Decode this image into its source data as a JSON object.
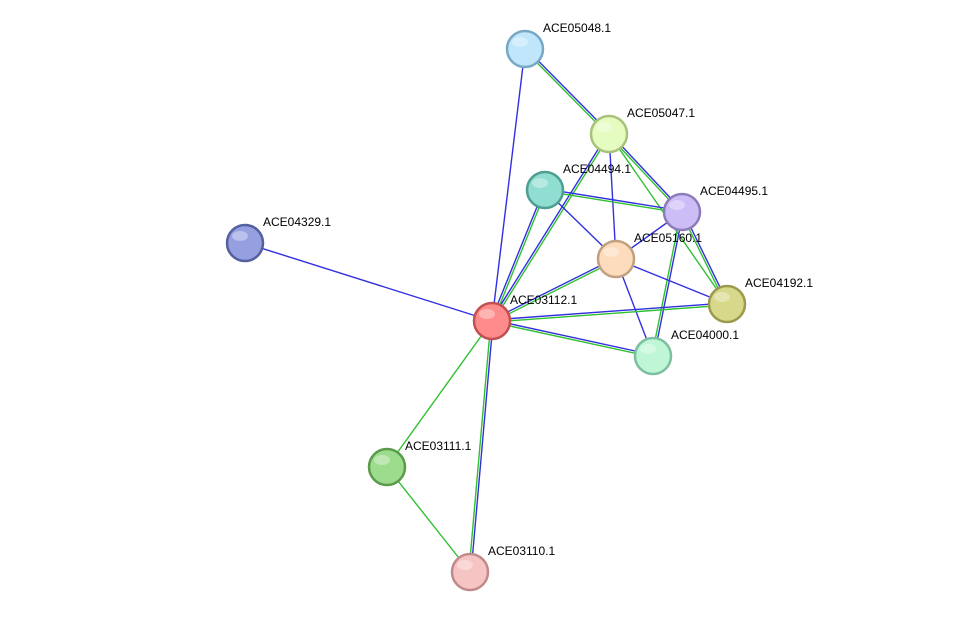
{
  "nodes": [
    {
      "id": "ACE05048.1",
      "label": "ACE05048.1",
      "fill": "#bfe6fa",
      "stroke": "#78a8c4"
    },
    {
      "id": "ACE05047.1",
      "label": "ACE05047.1",
      "fill": "#e4fcc0",
      "stroke": "#a8c27c"
    },
    {
      "id": "ACE04494.1",
      "label": "ACE04494.1",
      "fill": "#90ddd2",
      "stroke": "#4e9e92"
    },
    {
      "id": "ACE04495.1",
      "label": "ACE04495.1",
      "fill": "#cdbdf7",
      "stroke": "#8c7cba"
    },
    {
      "id": "ACE05160.1",
      "label": "ACE05160.1",
      "fill": "#fcdcbc",
      "stroke": "#c0a080"
    },
    {
      "id": "ACE04329.1",
      "label": "ACE04329.1",
      "fill": "#96a0e0",
      "stroke": "#55609e"
    },
    {
      "id": "ACE04192.1",
      "label": "ACE04192.1",
      "fill": "#d8d88a",
      "stroke": "#9a9a4e"
    },
    {
      "id": "ACE03112.1",
      "label": "ACE03112.1",
      "fill": "#ff8c8c",
      "stroke": "#c25050"
    },
    {
      "id": "ACE04000.1",
      "label": "ACE04000.1",
      "fill": "#bff7d6",
      "stroke": "#7cc0a0"
    },
    {
      "id": "ACE03111.1",
      "label": "ACE03111.1",
      "fill": "#9ddc8c",
      "stroke": "#5c9a4c"
    },
    {
      "id": "ACE03110.1",
      "label": "ACE03110.1",
      "fill": "#f7c4c4",
      "stroke": "#c08a8a"
    }
  ],
  "edges": [
    {
      "source": "ACE03112.1",
      "target": "ACE05048.1",
      "colors": [
        "#3030e0"
      ]
    },
    {
      "source": "ACE05048.1",
      "target": "ACE05047.1",
      "colors": [
        "#3030e0",
        "#30c030"
      ]
    },
    {
      "source": "ACE03112.1",
      "target": "ACE05047.1",
      "colors": [
        "#3030e0",
        "#30c030"
      ]
    },
    {
      "source": "ACE05047.1",
      "target": "ACE05160.1",
      "colors": [
        "#3030e0"
      ]
    },
    {
      "source": "ACE05047.1",
      "target": "ACE04495.1",
      "colors": [
        "#3030e0",
        "#30c030"
      ]
    },
    {
      "source": "ACE05047.1",
      "target": "ACE04192.1",
      "colors": [
        "#30c030"
      ]
    },
    {
      "source": "ACE03112.1",
      "target": "ACE04494.1",
      "colors": [
        "#3030e0",
        "#30c030"
      ]
    },
    {
      "source": "ACE04494.1",
      "target": "ACE04495.1",
      "colors": [
        "#3030e0",
        "#30c030"
      ]
    },
    {
      "source": "ACE04494.1",
      "target": "ACE05160.1",
      "colors": [
        "#3030e0"
      ]
    },
    {
      "source": "ACE04495.1",
      "target": "ACE05160.1",
      "colors": [
        "#3030e0"
      ]
    },
    {
      "source": "ACE04495.1",
      "target": "ACE04192.1",
      "colors": [
        "#3030e0",
        "#30c030"
      ]
    },
    {
      "source": "ACE04495.1",
      "target": "ACE04000.1",
      "colors": [
        "#3030e0",
        "#30c030"
      ]
    },
    {
      "source": "ACE03112.1",
      "target": "ACE04329.1",
      "colors": [
        "#3030e0"
      ]
    },
    {
      "source": "ACE03112.1",
      "target": "ACE05160.1",
      "colors": [
        "#3030e0",
        "#30c030"
      ]
    },
    {
      "source": "ACE05160.1",
      "target": "ACE04192.1",
      "colors": [
        "#3030e0"
      ]
    },
    {
      "source": "ACE05160.1",
      "target": "ACE04000.1",
      "colors": [
        "#3030e0"
      ]
    },
    {
      "source": "ACE03112.1",
      "target": "ACE04192.1",
      "colors": [
        "#3030e0",
        "#30c030"
      ]
    },
    {
      "source": "ACE03112.1",
      "target": "ACE04000.1",
      "colors": [
        "#3030e0",
        "#30c030"
      ]
    },
    {
      "source": "ACE03112.1",
      "target": "ACE03111.1",
      "colors": [
        "#30c030"
      ]
    },
    {
      "source": "ACE03112.1",
      "target": "ACE03110.1",
      "colors": [
        "#3030e0",
        "#30c030"
      ]
    },
    {
      "source": "ACE03111.1",
      "target": "ACE03110.1",
      "colors": [
        "#30c030"
      ]
    }
  ]
}
